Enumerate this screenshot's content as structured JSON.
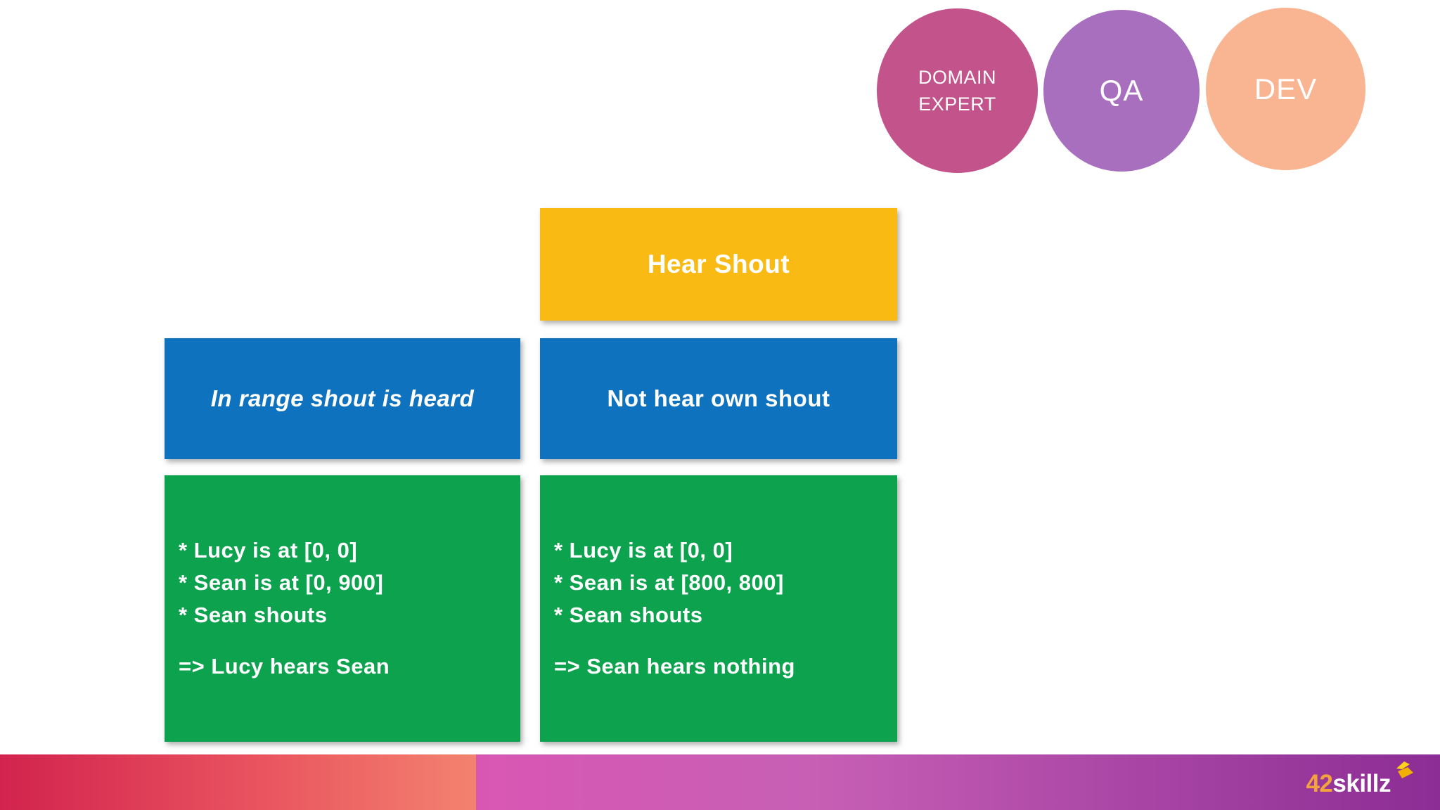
{
  "roles": [
    {
      "name": "domain-expert",
      "lines": [
        "DOMAIN",
        "EXPERT"
      ],
      "color": "#c2538b"
    },
    {
      "name": "qa",
      "lines": [
        "QA"
      ],
      "color": "#a76fbe"
    },
    {
      "name": "dev",
      "lines": [
        "DEV"
      ],
      "color": "#f9b492"
    }
  ],
  "story_card": {
    "label": "Hear Shout",
    "color": "#f9ba13"
  },
  "rule_cards": [
    {
      "label": "In range shout is heard",
      "color": "#0f72be",
      "style": "italic"
    },
    {
      "label": "Not hear own shout",
      "color": "#0f72be",
      "style": "normal"
    }
  ],
  "example_cards": [
    {
      "color": "#0da24e",
      "lines": [
        "* Lucy is at [0, 0]",
        "* Sean is at [0, 900]",
        "* Sean shouts"
      ],
      "result": "=> Lucy hears Sean"
    },
    {
      "color": "#0da24e",
      "lines": [
        "* Lucy is at [0, 0]",
        "* Sean is at [800, 800]",
        "* Sean shouts"
      ],
      "result": "=> Sean hears nothing"
    }
  ],
  "footer": {
    "brand_prefix": "42",
    "brand_suffix": "skillz",
    "brand_prefix_color": "#f2a33c",
    "brand_suffix_color": "#ffffff",
    "cube_icon_colors": [
      "#ffd21e",
      "#efb000"
    ],
    "bar_left_gradient": [
      "#d2234e",
      "#f3826f"
    ],
    "bar_right_gradient": [
      "#d957b3",
      "#8c2d95"
    ]
  }
}
